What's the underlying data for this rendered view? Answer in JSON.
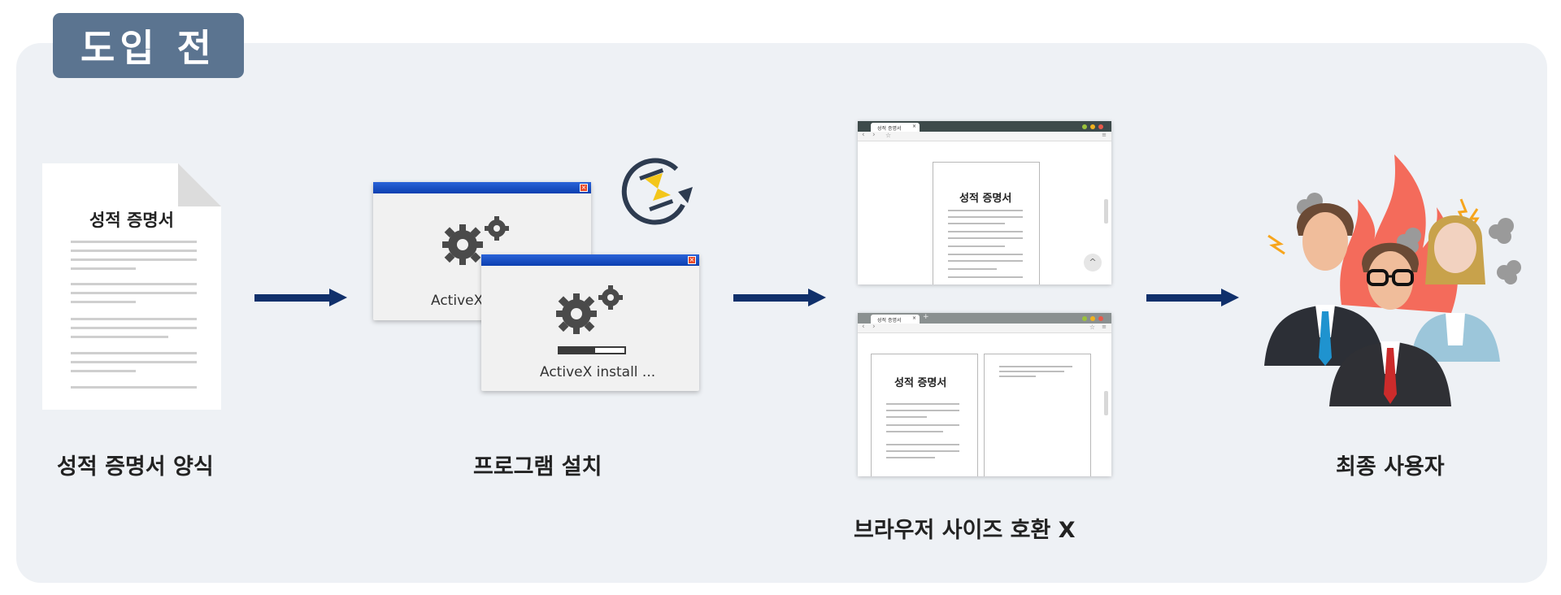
{
  "header": {
    "title": "도입 전"
  },
  "steps": [
    {
      "label": "성적 증명서 양식"
    },
    {
      "label": "프로그램 설치"
    },
    {
      "label": "브라우저 사이즈 호환 X"
    },
    {
      "label": "최종 사용자"
    }
  ],
  "document": {
    "title": "성적 증명서"
  },
  "install": {
    "window_back_text": "ActiveX",
    "window_front_text": "ActiveX install ..."
  },
  "browsers": [
    {
      "tab_label": "성적 증명서",
      "page_title": "성적 증명서"
    },
    {
      "tab_label": "성적 증명서",
      "page_title": "성적 증명서"
    }
  ],
  "colors": {
    "panel": "#eef1f5",
    "title_tab": "#5b7490",
    "arrow": "#10306b",
    "window_bar": "#1a50c8"
  }
}
